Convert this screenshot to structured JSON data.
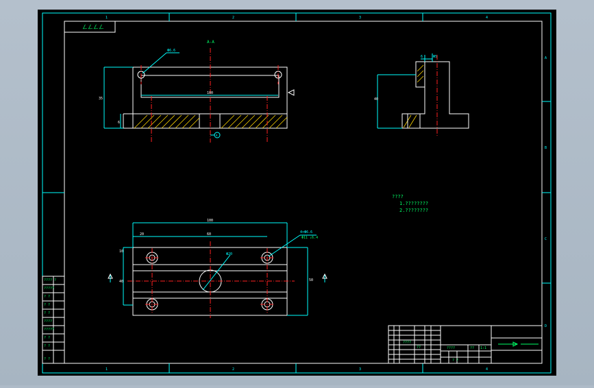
{
  "border": {
    "top_zones": [
      "1",
      "2",
      "3",
      "4"
    ],
    "bottom_zones": [
      "1",
      "2",
      "3",
      "4"
    ],
    "right_zones": [
      "A",
      "B",
      "C",
      "D"
    ]
  },
  "corner_code": "ㄥㄥㄥㄥ",
  "section_label": "A-A",
  "top_view": {
    "hole_callout": "Φ6.6",
    "dim_length": "100",
    "dim_height": "35",
    "dim_base": "6",
    "datum_label": "A"
  },
  "side_view": {
    "dim_top": "6",
    "dim_top2": "Φ5",
    "dim_height": "40"
  },
  "plan_view": {
    "dim_overall": "100",
    "dim_left": "20",
    "dim_center": "60",
    "hole_callout": "4×Φ6.6",
    "hole_callout2": "Φ11 ↓6.4",
    "dim_width": "40",
    "dim_right": "50",
    "dim_small": "10",
    "dim_bore": "Φ20"
  },
  "notes": {
    "heading": "????",
    "line1": "1.????????",
    "line2": "2.????????"
  },
  "left_table": [
    "???? ?",
    "?????",
    "? ?",
    "? ?",
    "? ?",
    "????",
    "?????",
    "? ?",
    "? ?",
    "? ?"
  ],
  "title_block": {
    "cell_a": "????",
    "cell_b": "??",
    "cell_c": "????",
    "cell_d": "??",
    "cell_e": "1:1",
    "cell_f": "? ?"
  }
}
